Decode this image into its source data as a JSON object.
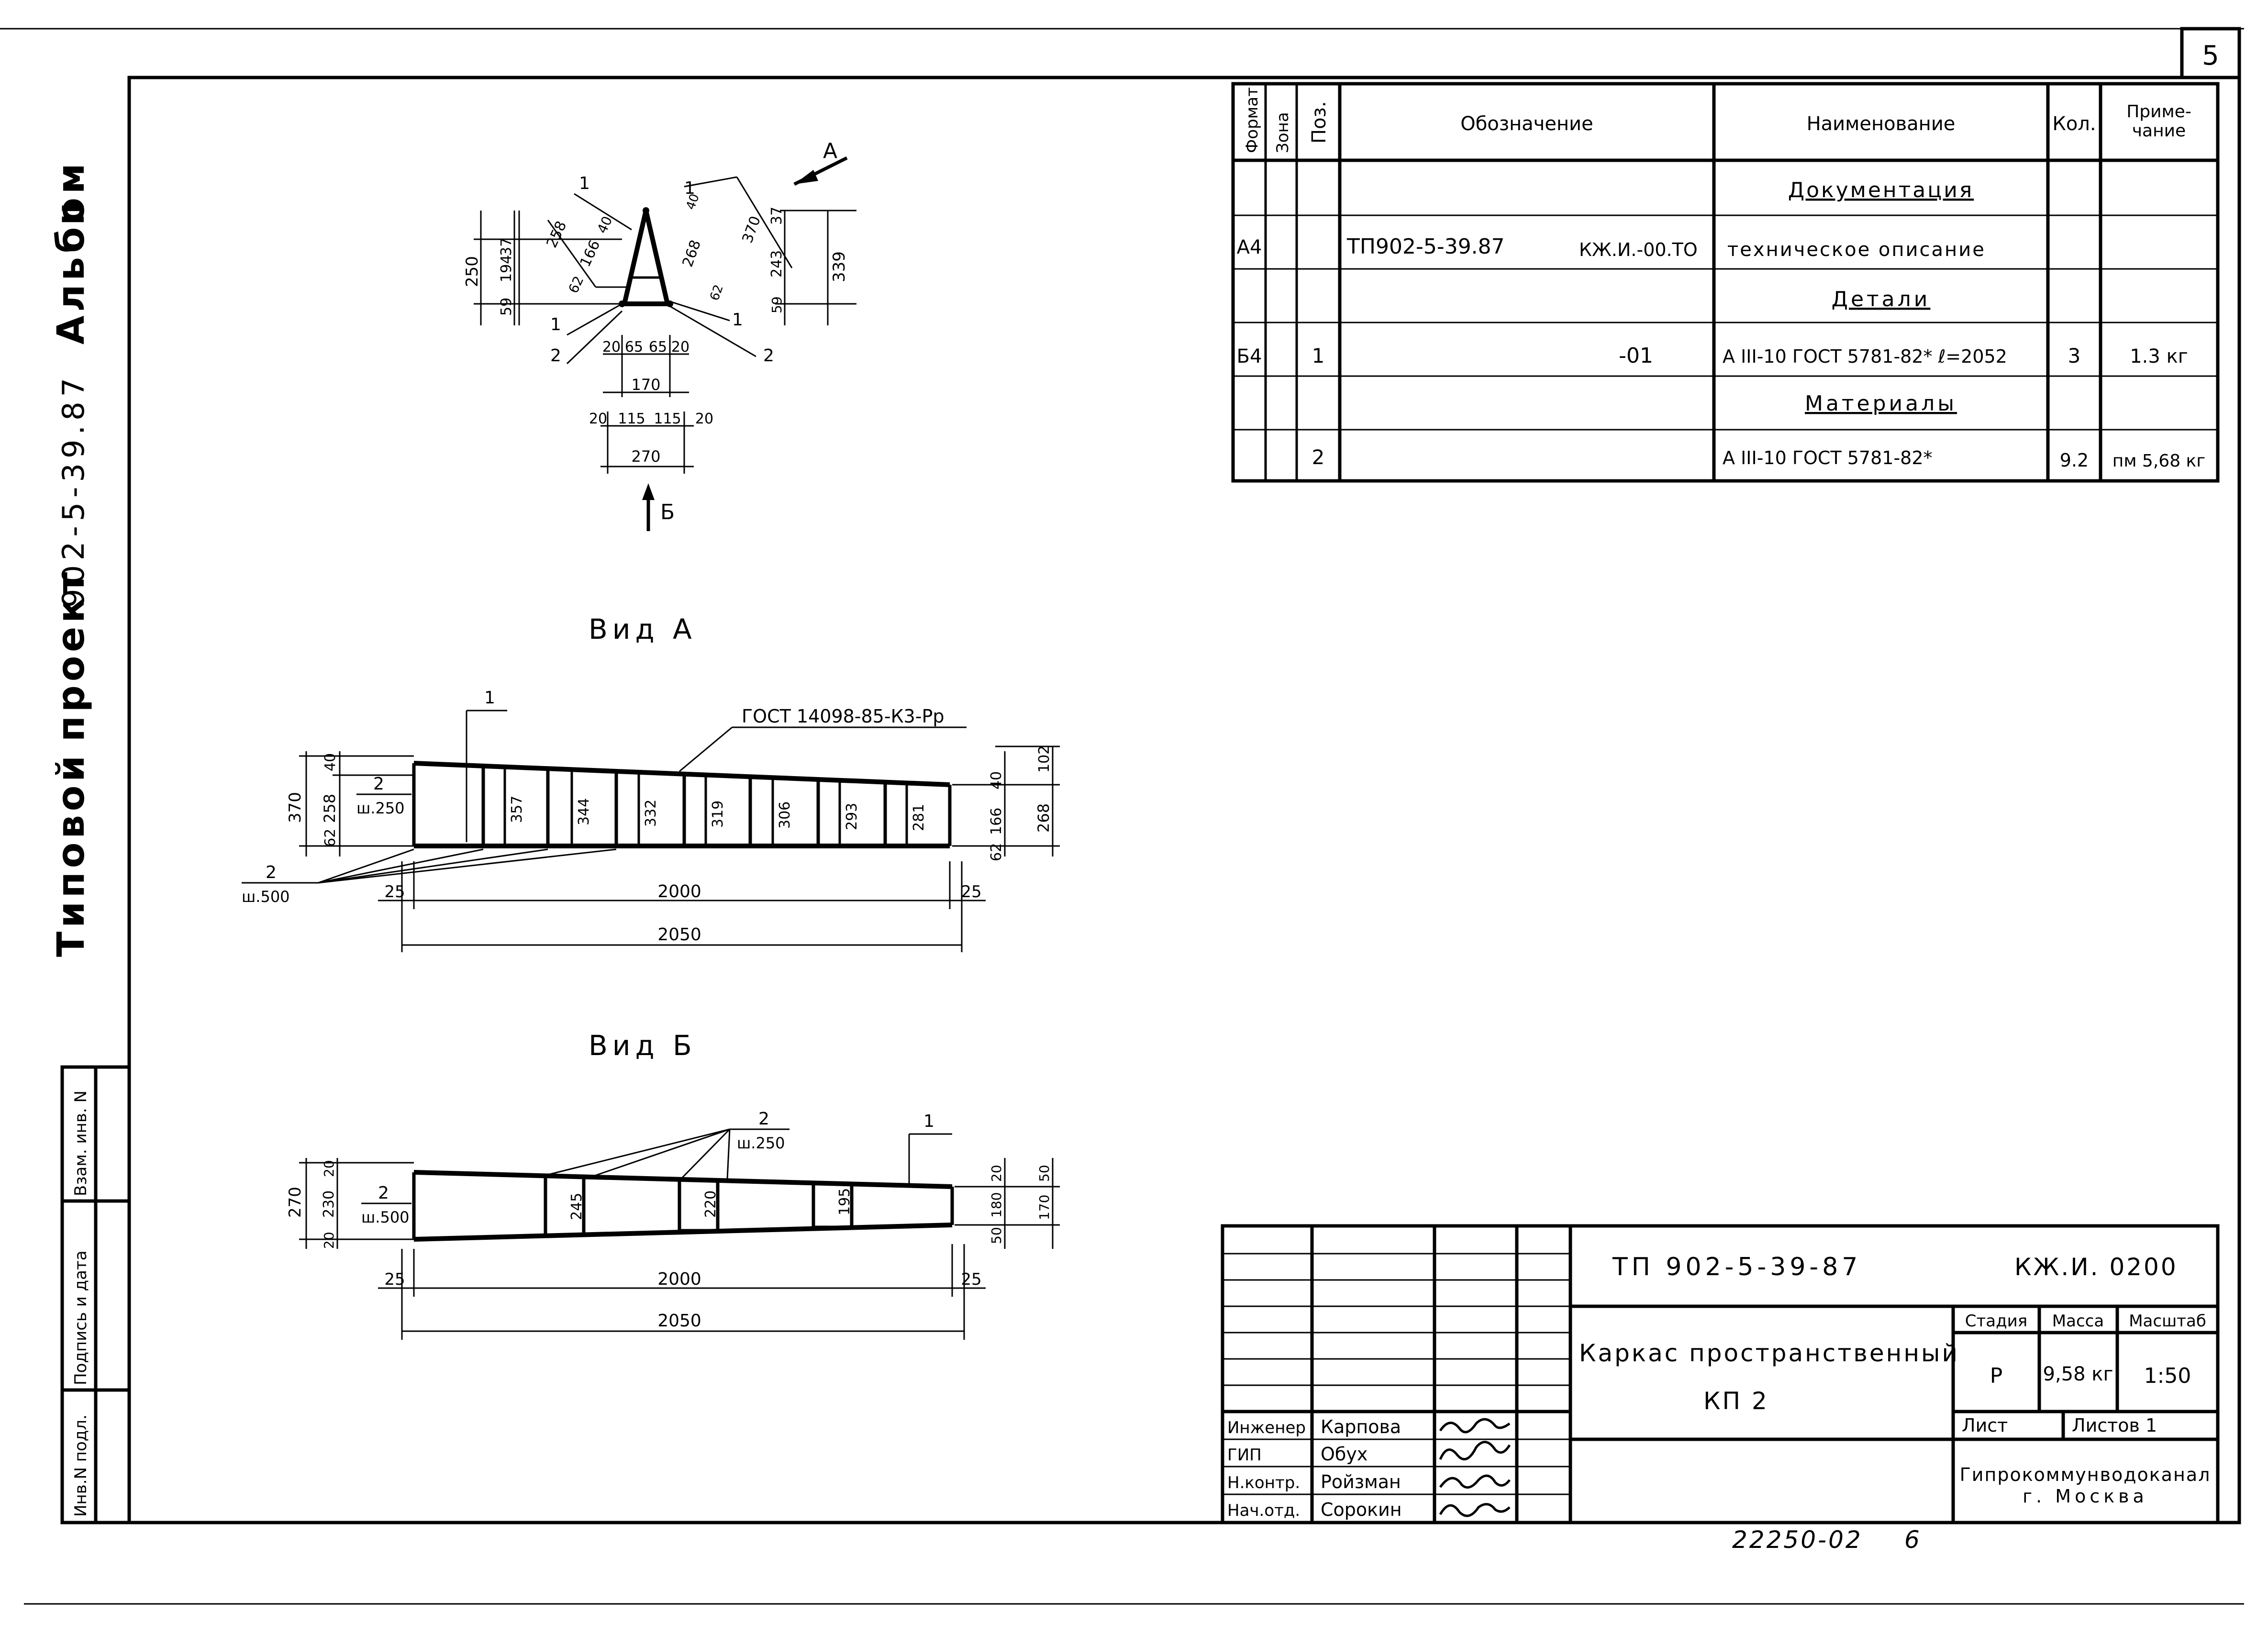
{
  "sheet_number": "5",
  "side_label": {
    "typical": "Типовой",
    "project": "проект",
    "code": "902-5-39.87",
    "album": "Альбом",
    "album_num": "II"
  },
  "side_stamp": [
    "Инв.N подл.",
    "Подпись и дата",
    "Взам. инв. N"
  ],
  "spec_table": {
    "headers": [
      "Формат",
      "Зона",
      "Поз.",
      "Обозначение",
      "Наименование",
      "Кол.",
      "Приме-\nчание"
    ],
    "section_doc": "Документация",
    "row_doc": {
      "format": "А4",
      "designation": "ТП902-5-39.87",
      "designation_code": "КЖ.И.-00.ТО",
      "name": "техническое описание"
    },
    "section_details": "Детали",
    "row_detail": {
      "format": "Б4",
      "pos": "1",
      "designation": "-01",
      "name": "А III-10 ГОСТ 5781-82* ℓ=2052",
      "qty": "3",
      "note": "1.3 кг"
    },
    "section_materials": "Материалы",
    "row_material": {
      "pos": "2",
      "name": "А III-10 ГОСТ 5781-82*",
      "qty": "9.2",
      "note": "пм 5,68 кг"
    }
  },
  "section_view": {
    "arrow_a": "А",
    "arrow_b": "Б",
    "dims": [
      "250",
      "59",
      "194",
      "37",
      "258",
      "62",
      "166",
      "40",
      "268",
      "370",
      "37",
      "243",
      "59",
      "62",
      "339",
      "40",
      "20",
      "65",
      "65",
      "20",
      "170",
      "20",
      "115",
      "115",
      "20",
      "270"
    ],
    "labels": [
      "1",
      "1",
      "2",
      "1",
      "2",
      "1"
    ]
  },
  "view_a": {
    "title": "Вид А",
    "weld_note": "ГОСТ 14098-85-К3-Рр",
    "pos1": "1",
    "pos2": "2",
    "pos2_spacing": "ш.250",
    "pos2_bottom": "2",
    "pos2_bottom_spacing": "ш.500",
    "left_dims": [
      "370",
      "258",
      "40",
      "62"
    ],
    "right_dims": [
      "40",
      "166",
      "62",
      "102",
      "268"
    ],
    "stirrups": [
      "357",
      "344",
      "332",
      "319",
      "306",
      "293",
      "281"
    ],
    "len_inner": "2000",
    "len_total": "2050",
    "end_left": "25",
    "end_right": "25"
  },
  "view_b": {
    "title": "Вид Б",
    "pos1": "1",
    "pos2": "2",
    "pos2_spacing": "ш.250",
    "pos2_left": "2",
    "pos2_left_spacing": "ш.500",
    "left_dims": [
      "270",
      "230",
      "20",
      "20"
    ],
    "right_dims": [
      "20",
      "180",
      "50",
      "170",
      "50"
    ],
    "stirrups": [
      "245",
      "220",
      "195"
    ],
    "len_inner": "2000",
    "len_total": "2050",
    "end_left": "25",
    "end_right": "25"
  },
  "title_block": {
    "project_code": "ТП 902-5-39-87",
    "doc_code": "КЖ.И. 0200",
    "name_line1": "Каркас пространственный",
    "name_line2": "КП 2",
    "stage_label": "Стадия",
    "mass_label": "Масса",
    "scale_label": "Масштаб",
    "stage": "Р",
    "mass": "9,58 кг",
    "scale": "1:50",
    "sheet_label": "Лист",
    "sheets_label": "Листов 1",
    "org_line1": "Гипрокоммунводоканал",
    "org_line2": "г. Москва",
    "people": [
      {
        "role": "Инженер",
        "name": "Карпова"
      },
      {
        "role": "ГИП",
        "name": "Обух"
      },
      {
        "role": "Н.контр.",
        "name": "Ройзман"
      },
      {
        "role": "Нач.отд.",
        "name": "Сорокин"
      }
    ]
  },
  "footer_number": "22250-02",
  "footer_sheet": "6"
}
